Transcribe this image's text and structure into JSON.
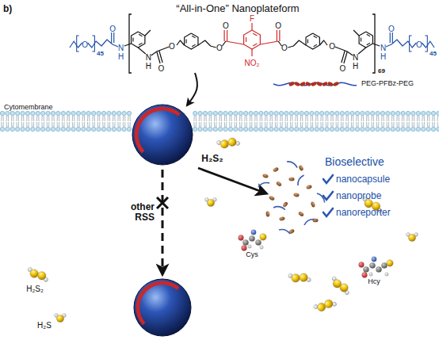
{
  "diagram": {
    "title": "“All-in-One” Nanoplateform",
    "labels": [
      "b)",
      "O",
      "45",
      "O",
      "N",
      "H",
      "N",
      "H",
      "O",
      "O",
      "O",
      "O",
      "F",
      "NO₂",
      "O",
      "O",
      "O",
      "O",
      "N",
      "H",
      "N",
      "H",
      "O",
      "O",
      "45",
      "69",
      "PEG-PFBz-PEG",
      "Cytomembrane",
      "H₂S₂",
      "other RSS",
      "Bioselective",
      "nanocapsule",
      "nanoprobe",
      "nanoreporter",
      "H₂S₂",
      "H₂S",
      "Cys",
      "Hcy"
    ]
  }
}
